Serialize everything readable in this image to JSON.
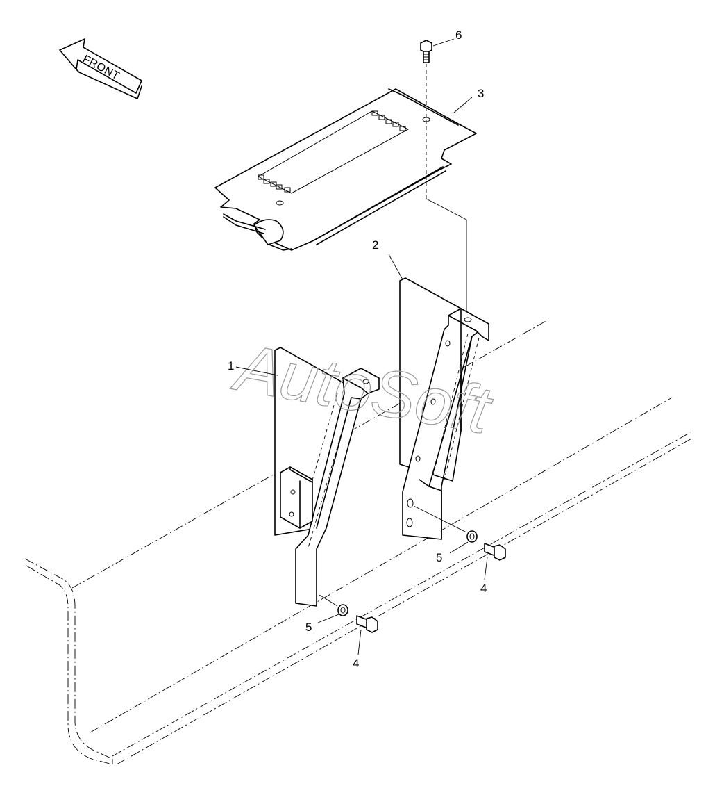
{
  "diagram": {
    "front_arrow_label": "FRONT",
    "watermark": "AutoSoft",
    "callouts": {
      "c1": "1",
      "c2": "2",
      "c3": "3",
      "c4a": "4",
      "c4b": "4",
      "c5a": "5",
      "c5b": "5",
      "c6": "6"
    }
  }
}
